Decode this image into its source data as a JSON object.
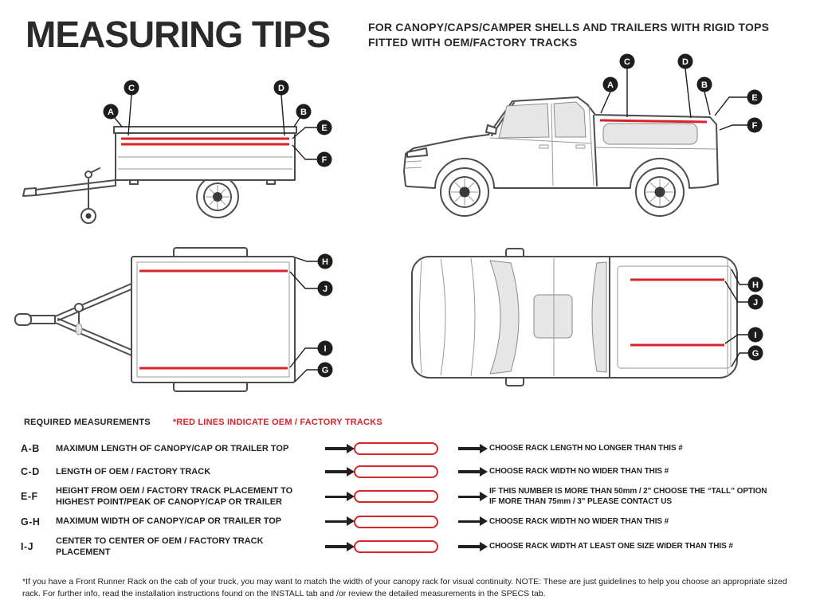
{
  "header": {
    "title": "MEASURING TIPS",
    "subtitle_line1": "FOR CANOPY/CAPS/CAMPER SHELLS AND TRAILERS WITH RIGID TOPS",
    "subtitle_line2": "FITTED WITH OEM/FACTORY TRACKS"
  },
  "callouts": {
    "a": "A",
    "b": "B",
    "c": "C",
    "d": "D",
    "e": "E",
    "f": "F",
    "g": "G",
    "h": "H",
    "i": "I",
    "j": "J"
  },
  "legend": {
    "required_label": "REQUIRED MEASUREMENTS",
    "red_note": "*RED LINES INDICATE OEM / FACTORY TRACKS"
  },
  "measurements": [
    {
      "key": "A-B",
      "description": "MAXIMUM LENGTH OF CANOPY/CAP OR TRAILER TOP",
      "value": "",
      "result": "CHOOSE RACK LENGTH NO LONGER THAN THIS #"
    },
    {
      "key": "C-D",
      "description": "LENGTH OF OEM / FACTORY TRACK",
      "value": "",
      "result": "CHOOSE RACK WIDTH NO WIDER THAN THIS #"
    },
    {
      "key": "E-F",
      "description": "HEIGHT FROM OEM / FACTORY TRACK PLACEMENT TO\nHIGHEST POINT/PEAK OF CANOPY/CAP OR TRAILER",
      "value": "",
      "result": "IF THIS NUMBER IS MORE THAN 50mm / 2\" CHOOSE THE “TALL” OPTION\nIF MORE THAN 75mm / 3\" PLEASE CONTACT US"
    },
    {
      "key": "G-H",
      "description": "MAXIMUM WIDTH OF CANOPY/CAP OR TRAILER TOP",
      "value": "",
      "result": "CHOOSE RACK WIDTH NO WIDER THAN THIS #"
    },
    {
      "key": "I-J",
      "description": "CENTER TO CENTER OF OEM / FACTORY TRACK PLACEMENT",
      "value": "",
      "result": "CHOOSE RACK WIDTH AT LEAST ONE SIZE WIDER THAN THIS #"
    }
  ],
  "footnote": "*If you have a Front Runner Rack on the cab of your truck, you may want to match the width of your canopy rack for visual continuity. NOTE: These are just guidelines to help you choose an appropriate sized rack. For further info, read the installation instructions found on the INSTALL tab and /or review the detailed measurements in the SPECS tab.",
  "colors": {
    "accent_red": "#d8232a",
    "ink": "#231f20"
  }
}
